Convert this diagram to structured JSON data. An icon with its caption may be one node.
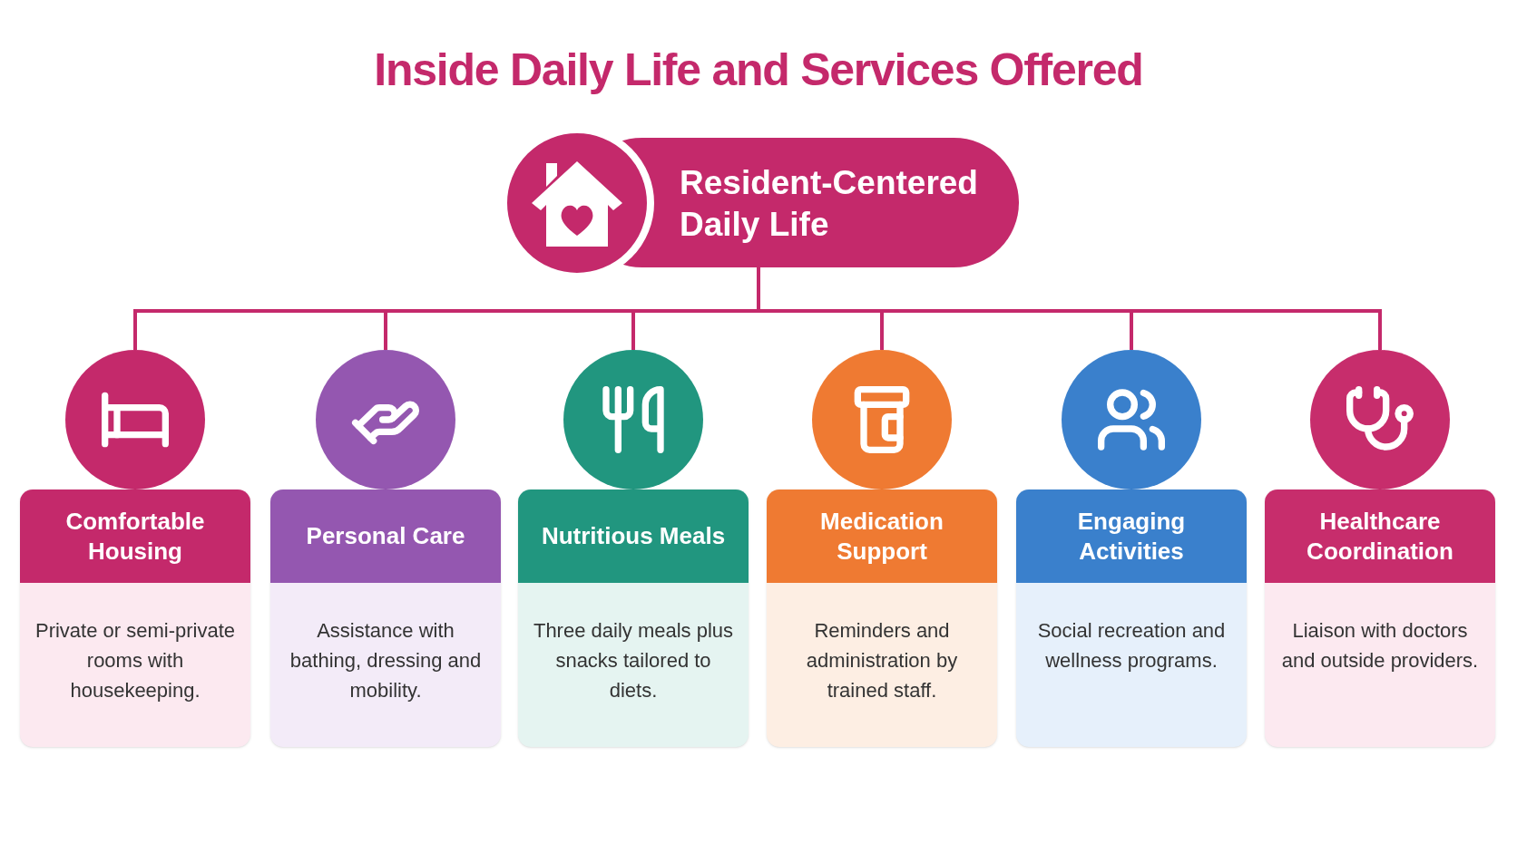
{
  "diagram": {
    "title": "Inside Daily Life and Services Offered",
    "nodes": [
      {
        "text": [
          "Resident-Centered Daily Life"
        ]
      },
      {
        "text": [
          "Comfortable Housing",
          "Private or semi-private rooms with housekeeping."
        ]
      },
      {
        "text": [
          "Personal Care",
          "Assistance with bathing, dressing and mobility."
        ]
      },
      {
        "text": [
          "Nutritious Meals",
          "Three daily meals plus snacks tailored to diets."
        ]
      },
      {
        "text": [
          "Medication Support",
          "Reminders and administration by trained staff."
        ]
      },
      {
        "text": [
          "Engaging Activities",
          "Social recreation and wellness programs."
        ]
      },
      {
        "text": [
          "Healthcare Coordination",
          "Liaison with doctors and outside providers."
        ]
      }
    ],
    "edges": [
      {
        "from": 0,
        "to": 1,
        "arrow": "none"
      },
      {
        "from": 0,
        "to": 2,
        "arrow": "none"
      },
      {
        "from": 0,
        "to": 3,
        "arrow": "none"
      },
      {
        "from": 0,
        "to": 4,
        "arrow": "none"
      },
      {
        "from": 0,
        "to": 5,
        "arrow": "none"
      },
      {
        "from": 0,
        "to": 6,
        "arrow": "none"
      }
    ]
  }
}
